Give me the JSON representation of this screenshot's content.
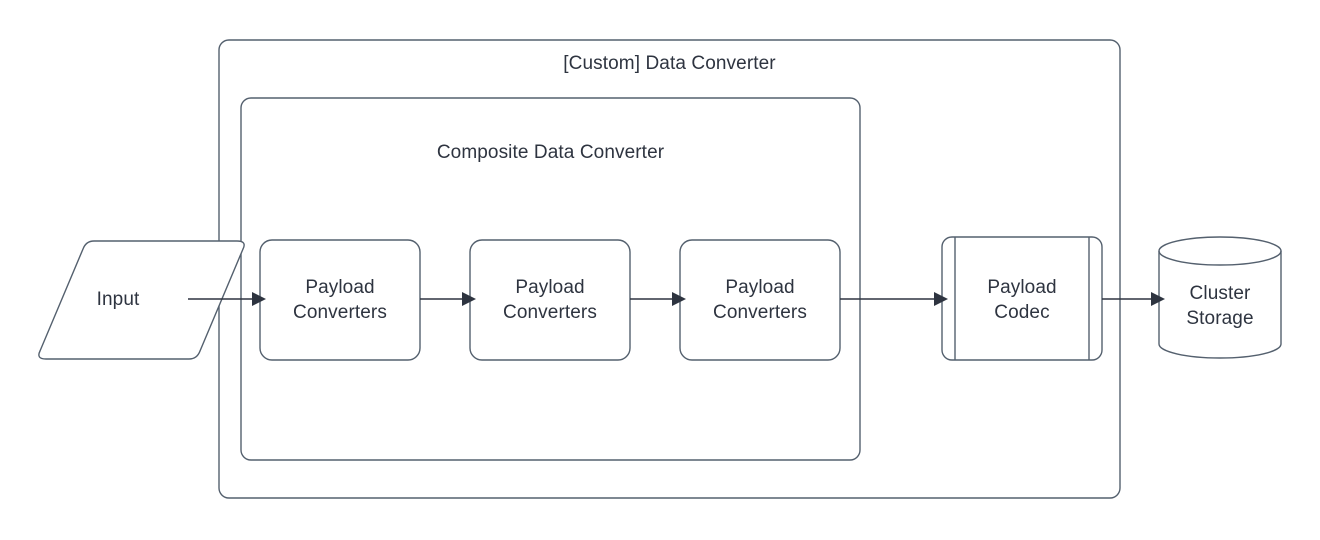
{
  "diagram": {
    "type": "flowchart",
    "title": "[Custom] Data Converter",
    "colors": {
      "background": "#ffffff",
      "shape_stroke": "#54606e",
      "shape_fill": "#ffffff",
      "text": "#2e3440",
      "connector": "#2e3440"
    },
    "containers": [
      {
        "id": "custom-data-converter",
        "label": "[Custom] Data Converter",
        "shape": "rounded-rectangle"
      },
      {
        "id": "composite-data-converter",
        "label": "Composite Data Converter",
        "shape": "rounded-rectangle"
      }
    ],
    "nodes": [
      {
        "id": "input",
        "label": "Input",
        "shape": "parallelogram"
      },
      {
        "id": "payload-converters-1",
        "label": "Payload\nConverters",
        "shape": "rounded-rectangle"
      },
      {
        "id": "payload-converters-2",
        "label": "Payload\nConverters",
        "shape": "rounded-rectangle"
      },
      {
        "id": "payload-converters-3",
        "label": "Payload\nConverters",
        "shape": "rounded-rectangle"
      },
      {
        "id": "payload-codec",
        "label": "Payload\nCodec",
        "shape": "subroutine"
      },
      {
        "id": "cluster-storage",
        "label": "Cluster\nStorage",
        "shape": "cylinder"
      }
    ],
    "edges": [
      {
        "from": "input",
        "to": "payload-converters-1",
        "arrow": "single"
      },
      {
        "from": "payload-converters-1",
        "to": "payload-converters-2",
        "arrow": "single"
      },
      {
        "from": "payload-converters-2",
        "to": "payload-converters-3",
        "arrow": "single"
      },
      {
        "from": "payload-converters-3",
        "to": "payload-codec",
        "arrow": "single"
      },
      {
        "from": "payload-codec",
        "to": "cluster-storage",
        "arrow": "single"
      }
    ]
  }
}
